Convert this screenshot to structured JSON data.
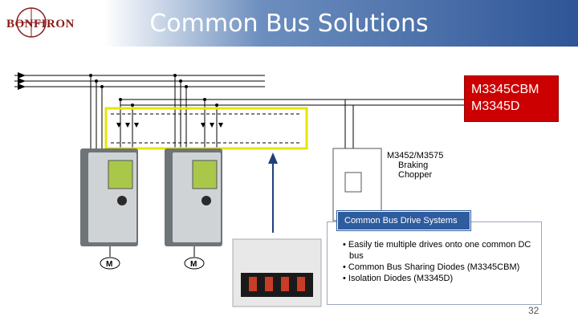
{
  "header": {
    "logo_text": "BONFIRON",
    "title": "Common Bus Solutions"
  },
  "models": {
    "line1": "M3345CBM",
    "line2": "M3345D"
  },
  "braking_chopper": {
    "line1": "M3452/M3575",
    "line2": "Braking",
    "line3": "Chopper"
  },
  "motors": {
    "left_label": "M",
    "right_label": "M"
  },
  "callout": {
    "heading": "Common Bus Drive Systems",
    "bullets": [
      "Easily tie multiple drives onto one common DC bus",
      "Common Bus Sharing Diodes (M3345CBM)",
      "Isolation Diodes (M3345D)"
    ]
  },
  "page_number": "32",
  "colors": {
    "title_bar": "#2f5597",
    "model_box": "#cc0000",
    "highlight_box": "#e6e600",
    "arrow": "#1f3f7f",
    "callout_head": "#2e5c9e"
  }
}
